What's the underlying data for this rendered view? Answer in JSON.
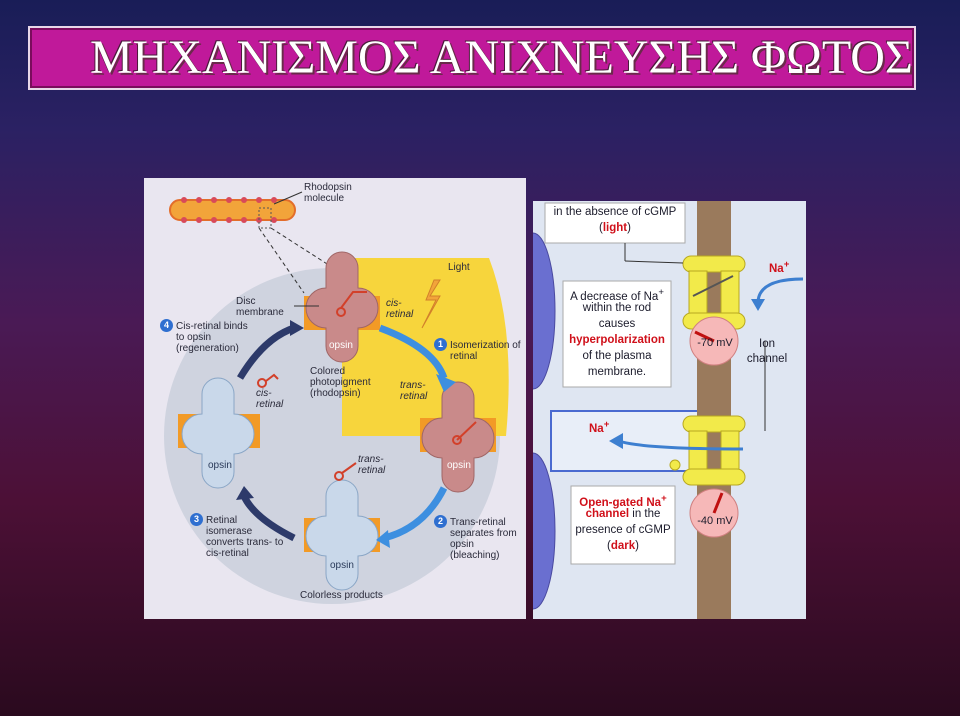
{
  "title": "ΜΗΧΑΝΙΣΜΟΣ ΑΝΙΧΝΕΥΣΗΣ ΦΩΤΟΣ",
  "left_diagram": {
    "rhodopsin_molecule": "Rhodopsin molecule",
    "disc_membrane": "Disc membrane",
    "light": "Light",
    "cis_retinal_top": "cis-retinal",
    "opsin": "opsin",
    "colored_photopigment": "Colored photopigment (rhodopsin)",
    "trans_retinal_right": "trans-retinal",
    "cis_retinal_left": "cis-retinal",
    "trans_retinal_center": "trans-retinal",
    "colorless_products": "Colorless products",
    "steps": [
      {
        "num": "1",
        "text": "Isomerization of retinal"
      },
      {
        "num": "2",
        "text": "Trans-retinal separates from opsin (bleaching)"
      },
      {
        "num": "3",
        "text": "Retinal isomerase converts trans- to cis-retinal"
      },
      {
        "num": "4",
        "text": "Cis-retinal binds to opsin (regeneration)"
      }
    ]
  },
  "right_diagram": {
    "absence_line1": "in the absence of cGMP",
    "absence_line2": "(light)",
    "decrease": "A decrease of Na",
    "within_rod": "within the rod",
    "causes": "causes",
    "hyperpolarization": "hyperpolarization",
    "of_plasma": "of the plasma",
    "membrane": "membrane.",
    "na_plus": "Na",
    "sup_plus": "+",
    "ion_channel": "Ion channel",
    "voltage_top": "-70 mV",
    "voltage_bottom": "-40 mV",
    "open_gated": "Open-gated Na",
    "channel": "channel",
    "in_the": "in the",
    "presence": "presence of cGMP",
    "dark": "dark"
  },
  "colors": {
    "title_bg": "#c0199a",
    "membrane": "#9a7a5c",
    "channel_yellow": "#f2ea4a",
    "highlight_red": "#d0101a",
    "light_yellow": "#f7d53c",
    "arrow_blue": "#3d8fe0"
  }
}
